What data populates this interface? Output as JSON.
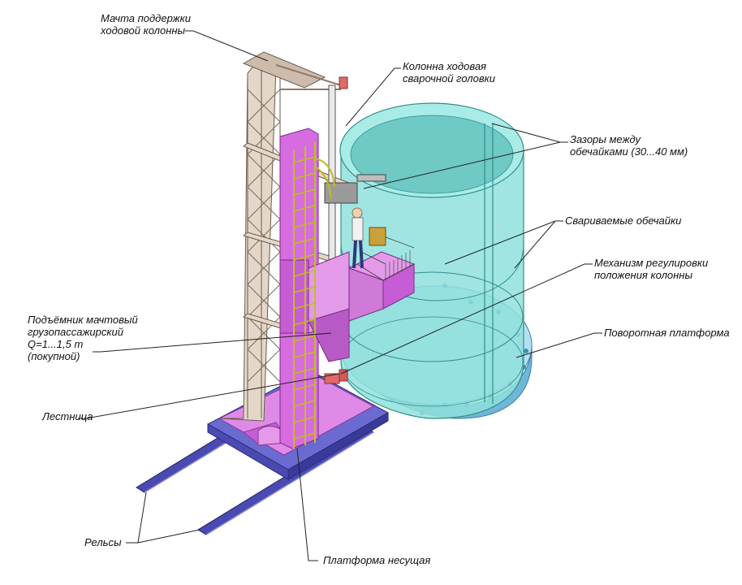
{
  "labels": {
    "mast": "Мачта поддержки\nходовой колонны",
    "column": "Колонна ходовая\nсварочной головки",
    "gaps": "Зазоры между\nобечайками (30...40 мм)",
    "shells": "Свариваемые обечайки",
    "mechanism": "Механизм регулировки\nположения колонны",
    "turntable": "Поворотная платформа",
    "lift": "Подъёмник мачтовый\nгрузопассажирский\nQ=1...1,5 т\n(покупной)",
    "ladder": "Лестница",
    "rails": "Рельсы",
    "platform": "Платформа несущая"
  },
  "colors": {
    "shell": "#8fe0dc",
    "shell_dark": "#5cc6c2",
    "turntable": "#9fd4ec",
    "mast": "#cdbbab",
    "magenta": "#d66ce0",
    "ladder": "#e2df3a",
    "rail": "#4a4ab0",
    "leader": "#222222"
  }
}
